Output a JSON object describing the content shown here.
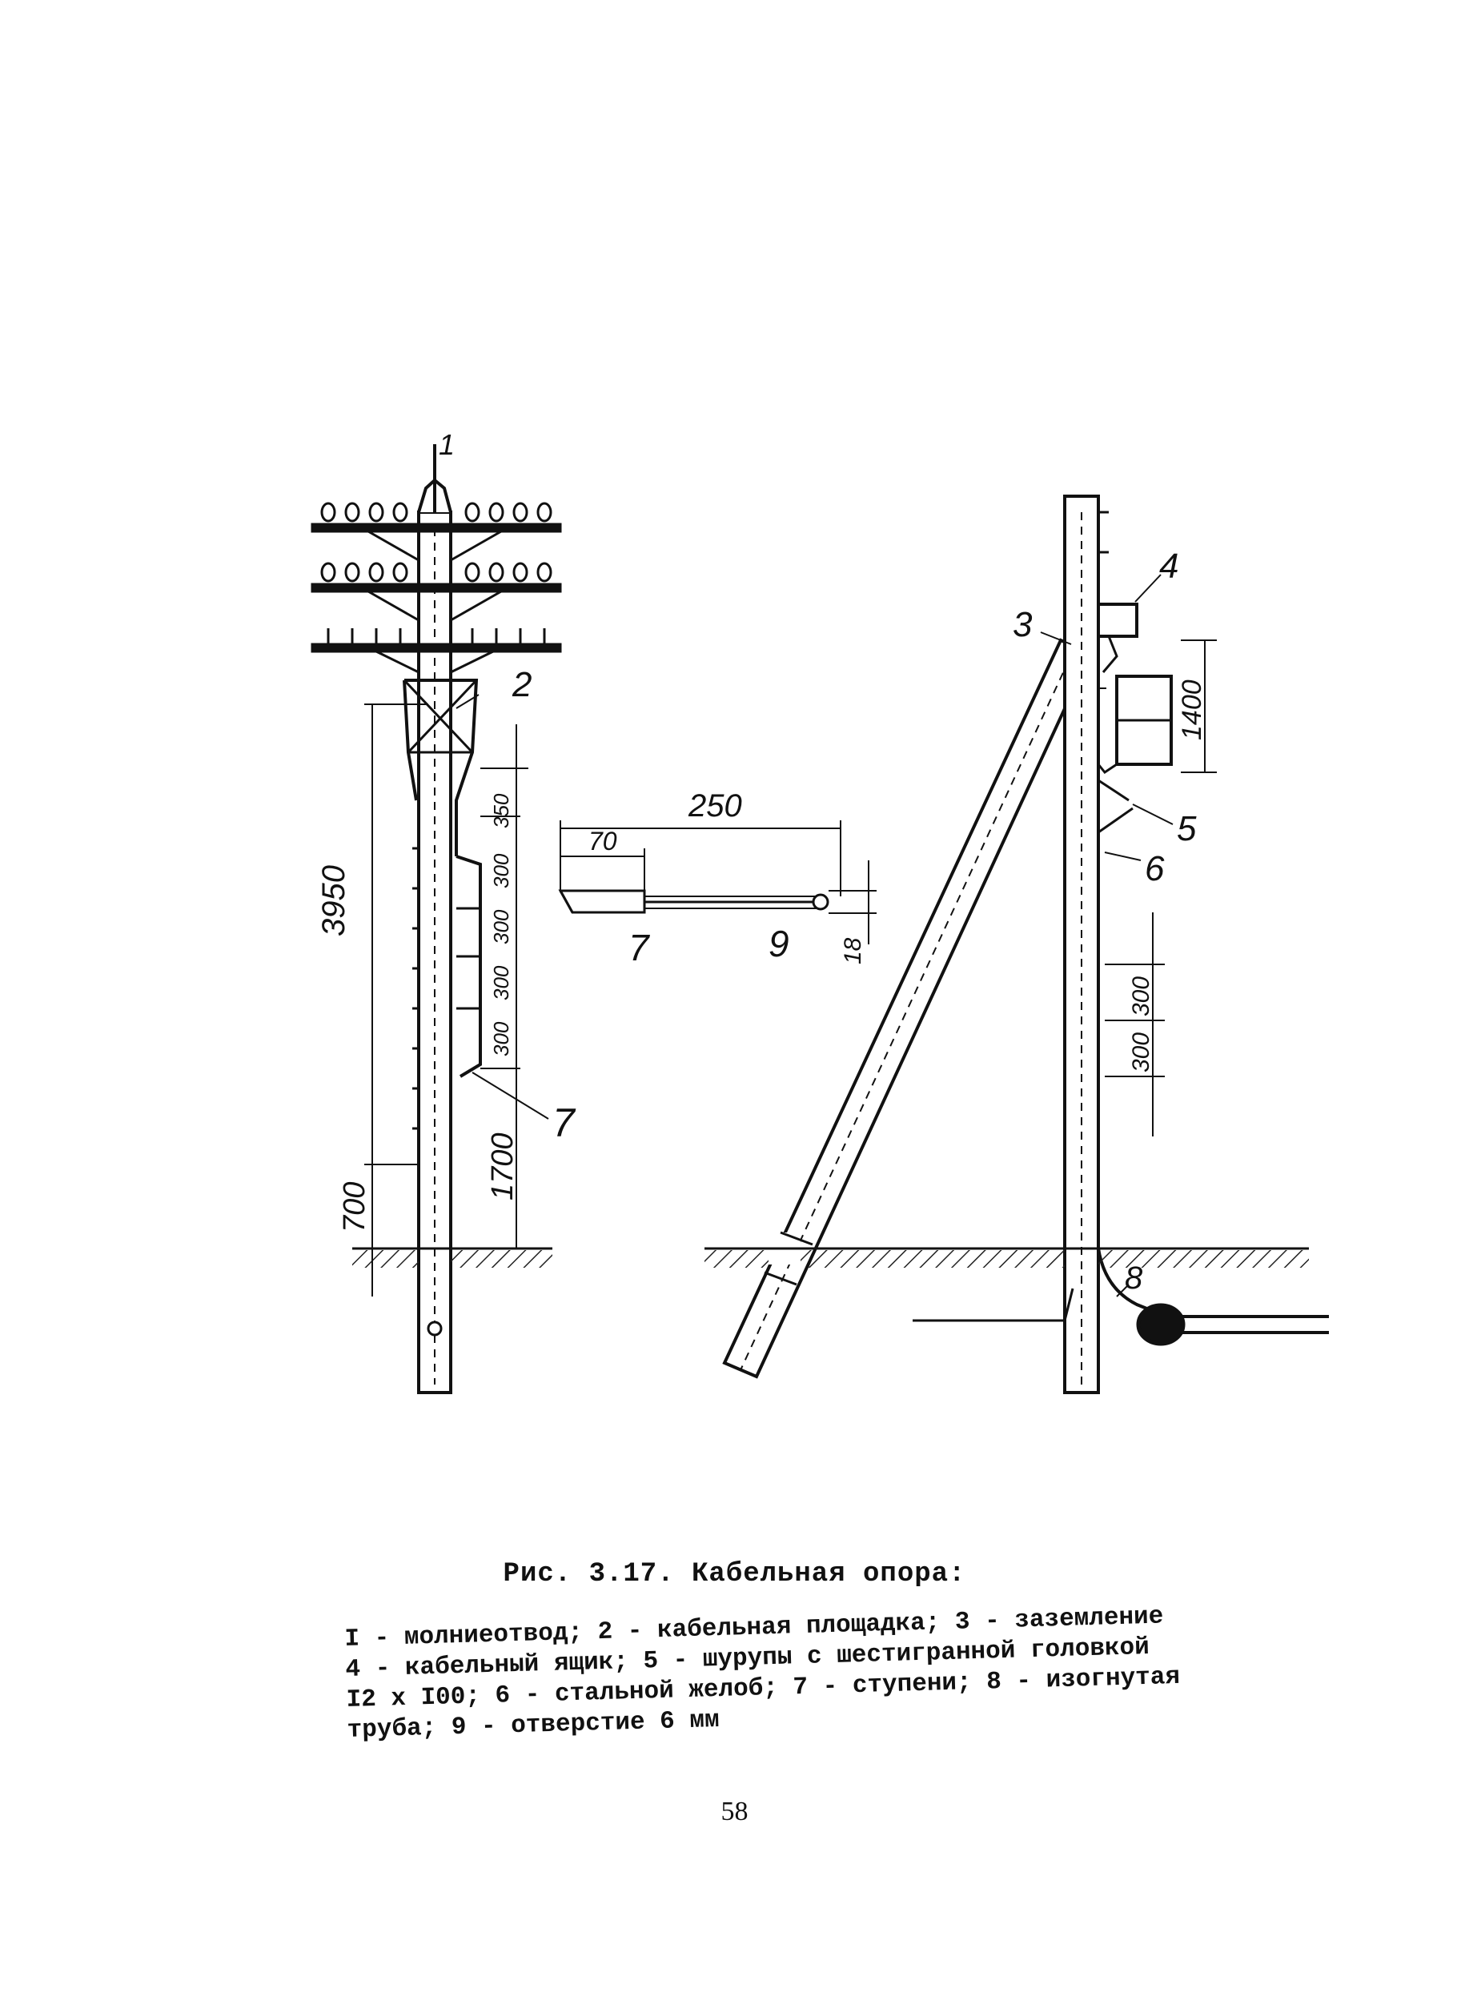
{
  "figure": {
    "callouts": {
      "c1_top": "1",
      "c2": "2",
      "c7_left": "7",
      "c3": "3",
      "c4": "4",
      "c5": "5",
      "c6": "6",
      "c8": "8",
      "c7_detail": "7",
      "c9_detail": "9"
    },
    "dimensions": {
      "d3950": "3950",
      "d700": "700",
      "d1700": "1700",
      "d350": "350",
      "d300_a": "300",
      "d300_b": "300",
      "d300_c": "300",
      "d300_d": "300",
      "d250": "250",
      "d70": "70",
      "d18": "18",
      "d1400": "1400",
      "d300_e": "300",
      "d300_f": "300"
    }
  },
  "caption": "Рис. 3.17. Кабельная опора:",
  "legend": [
    "I - молниеотвод; 2 - кабельная площадка; 3 - заземление",
    "4 - кабельный ящик; 5 - шурупы с шестигранной головкой",
    "I2 x I00; 6 - стальной желоб; 7 - ступени; 8 - изогнутая",
    "труба; 9 - отверстие 6 мм"
  ],
  "page_number": "58"
}
